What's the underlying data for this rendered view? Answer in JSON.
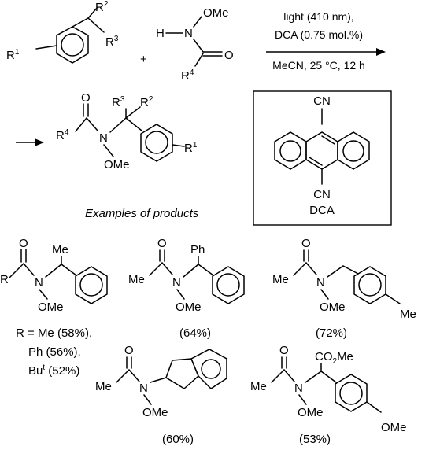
{
  "reaction": {
    "conditions": {
      "line1": "light (410 nm),",
      "line2": "DCA (0.75 mol.%)",
      "line3": "MeCN, 25 °C, 12 h"
    },
    "plus": "+",
    "substrate_arene": {
      "r1": "R",
      "r1_sup": "1",
      "r2": "R",
      "r2_sup": "2",
      "r3": "R",
      "r3_sup": "3"
    },
    "substrate_amide": {
      "h": "H",
      "n": "N",
      "ome": "OMe",
      "o": "O",
      "r4": "R",
      "r4_sup": "4"
    },
    "product": {
      "o": "O",
      "r4": "R",
      "r4_sup": "4",
      "n": "N",
      "ome": "OMe",
      "r3": "R",
      "r3_sup": "3",
      "r2": "R",
      "r2_sup": "2",
      "r1": "R",
      "r1_sup": "1"
    }
  },
  "dca": {
    "cn_top": "CN",
    "cn_bottom": "CN",
    "label": "DCA"
  },
  "examples": {
    "heading": "Examples of products",
    "p1": {
      "r": "R",
      "o": "O",
      "me": "Me",
      "n": "N",
      "ome": "OMe",
      "yields": [
        {
          "prefix": "R = ",
          "text": "Me (58%),"
        },
        {
          "prefix": "",
          "text": "Ph (56%),"
        },
        {
          "prefix": "",
          "text": "Bu",
          "sup": "t",
          "suffix": " (52%)"
        }
      ]
    },
    "p2": {
      "o": "O",
      "me": "Me",
      "ph": "Ph",
      "n": "N",
      "ome": "OMe",
      "yield": "(64%)"
    },
    "p3": {
      "o": "O",
      "me": "Me",
      "n": "N",
      "ome": "OMe",
      "ring_me": "Me",
      "yield": "(72%)"
    },
    "p4": {
      "o": "O",
      "me": "Me",
      "n": "N",
      "ome": "OMe",
      "yield": "(60%)"
    },
    "p5": {
      "o": "O",
      "me": "Me",
      "n": "N",
      "ome": "OMe",
      "co2me": "CO2Me",
      "ring_ome": "OMe",
      "yield": "(53%)"
    }
  }
}
